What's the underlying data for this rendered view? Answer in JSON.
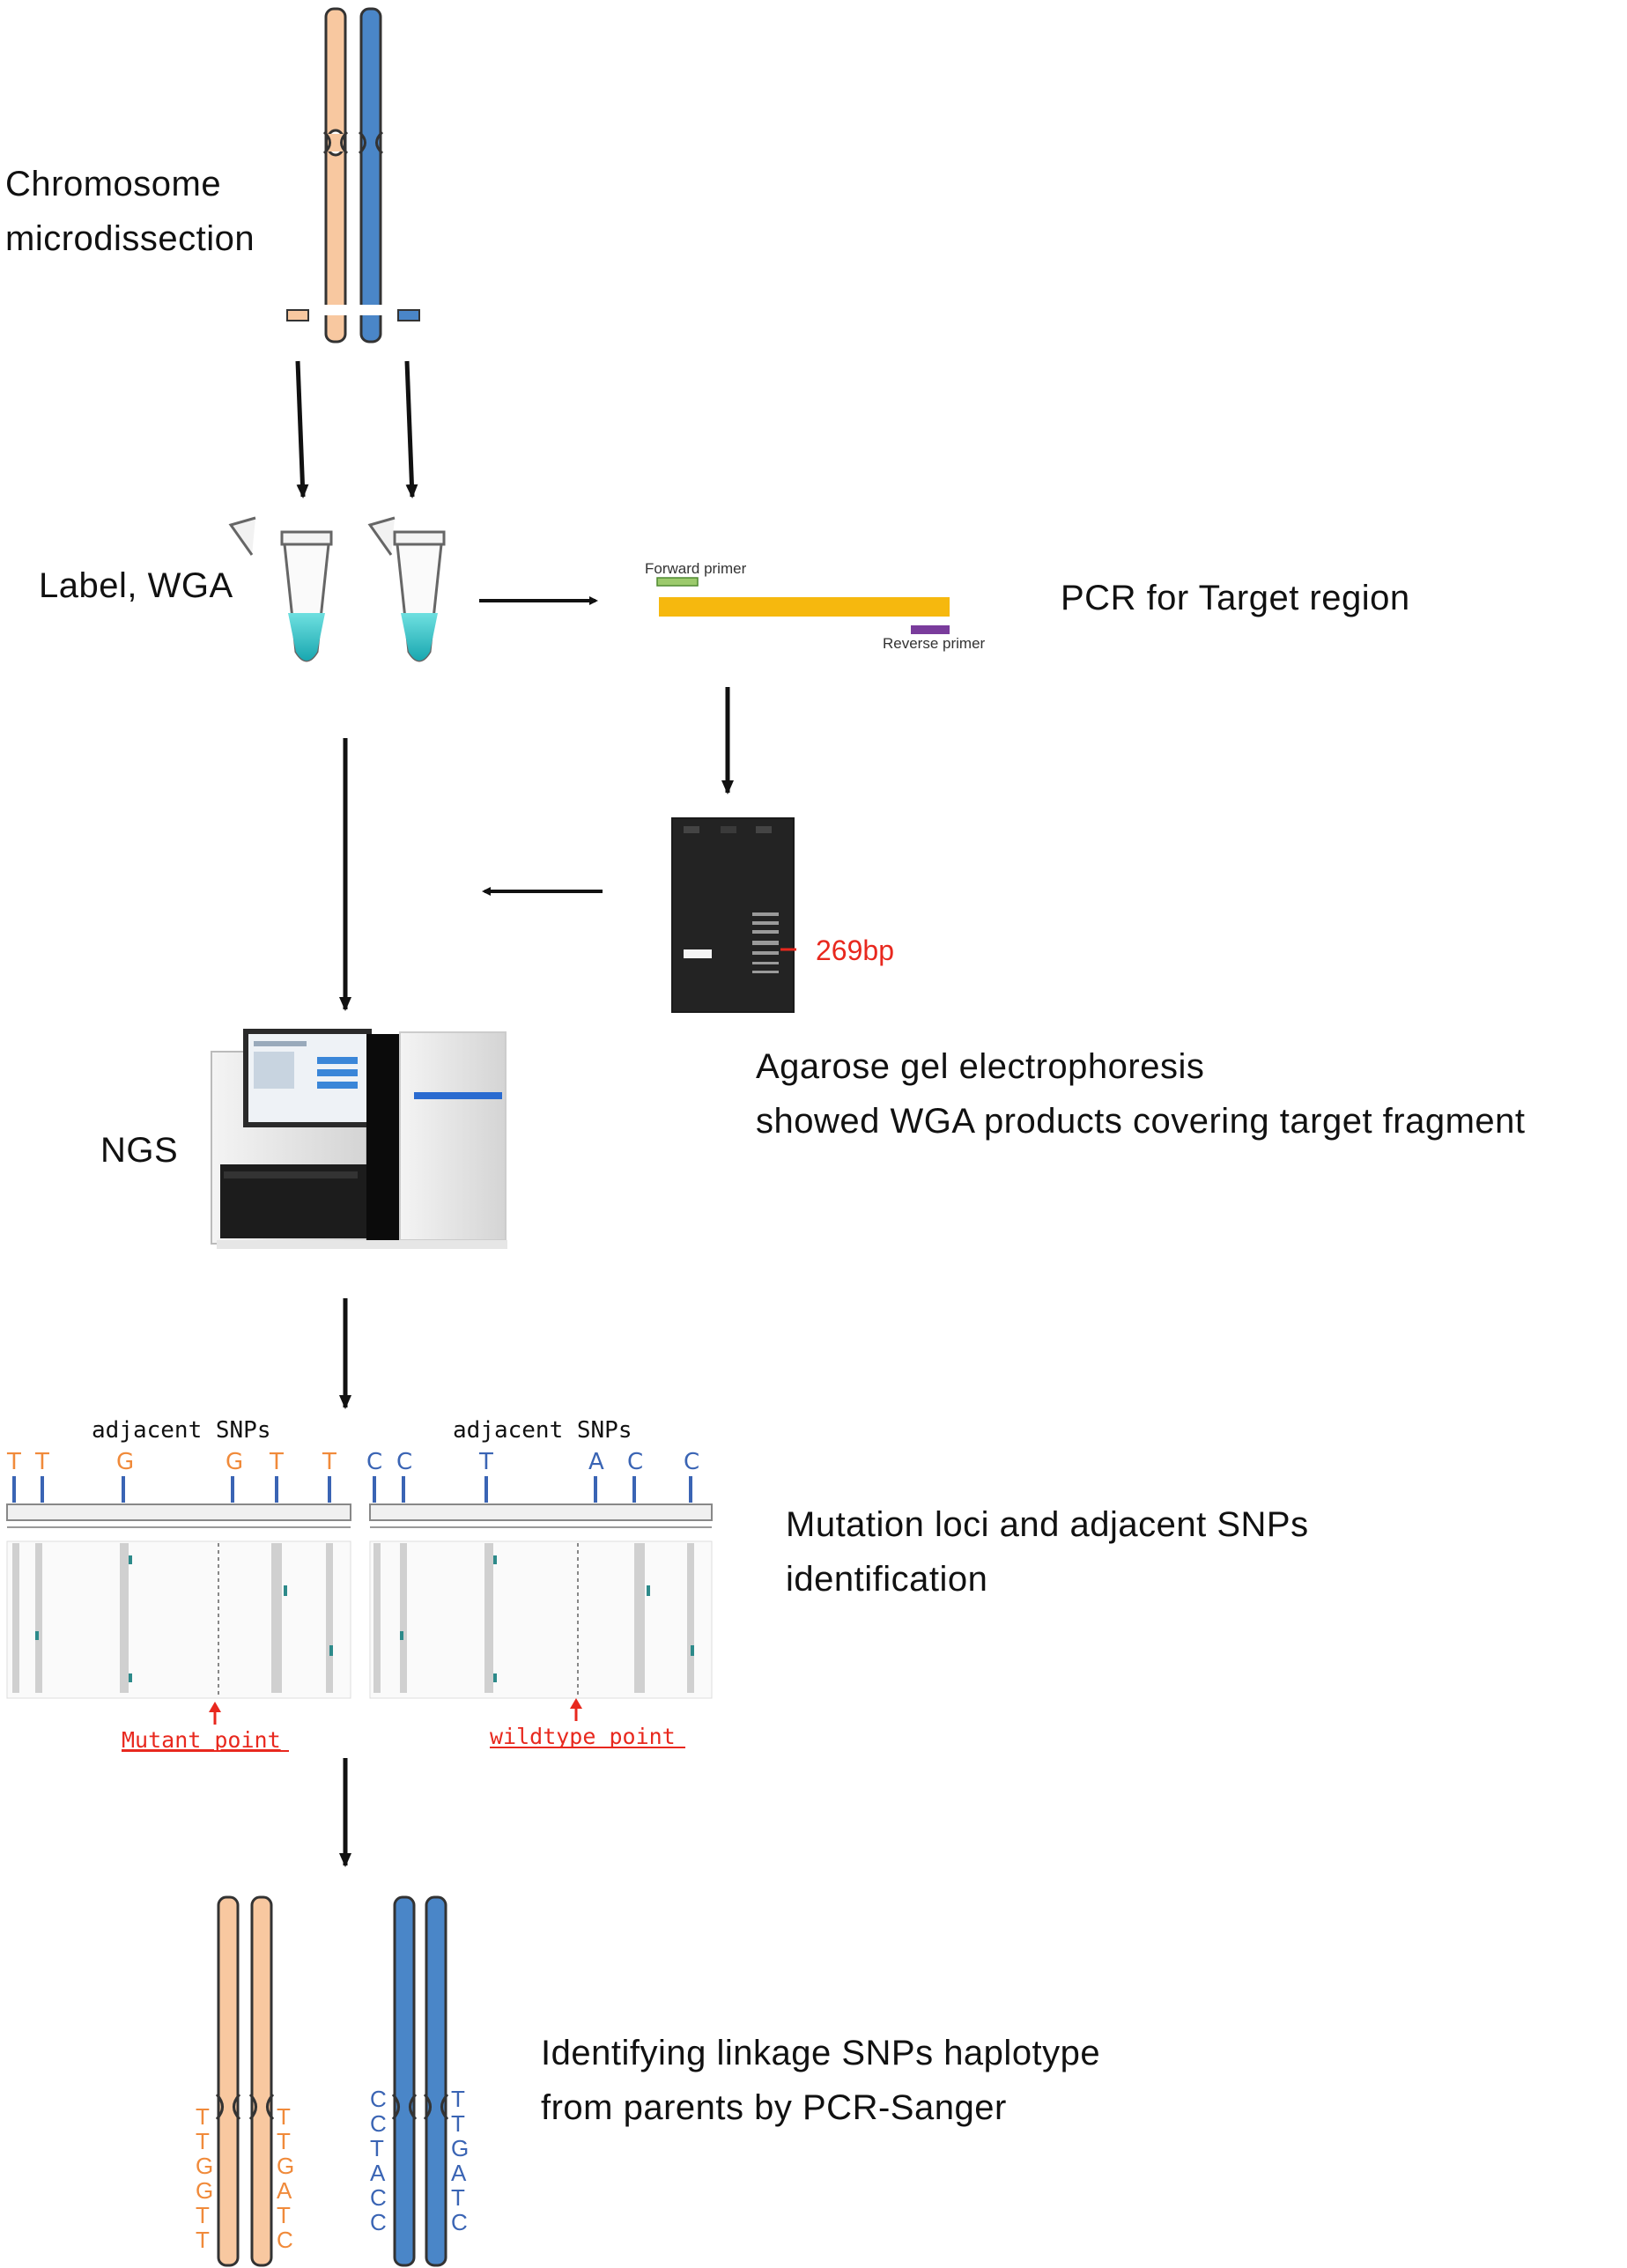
{
  "labels": {
    "microdissection": [
      "Chromosome",
      "microdissection"
    ],
    "label_wga": "Label, WGA",
    "pcr": "PCR for Target region",
    "agarose": [
      "Agarose gel electrophoresis",
      "showed WGA products covering target fragment"
    ],
    "ngs": "NGS",
    "mutation": [
      "Mutation loci and adjacent SNPs",
      "identification"
    ],
    "linkage": [
      "Identifying linkage SNPs haplotype",
      "from parents by PCR-Sanger"
    ]
  },
  "pcr_panel": {
    "forward": "Forward primer",
    "reverse": "Reverse primer"
  },
  "gel": {
    "band_label": "269bp"
  },
  "igv": {
    "left": {
      "title": "adjacent SNPs",
      "bases": [
        "T",
        "T",
        "G",
        "G",
        "T",
        "T"
      ],
      "point": "Mutant point"
    },
    "right": {
      "title": "adjacent SNPs",
      "bases": [
        "C",
        "C",
        "T",
        "A",
        "C",
        "C"
      ],
      "point": "wildtype point"
    }
  },
  "haplotypes": {
    "orange_left": [
      "T",
      "T",
      "G",
      "G",
      "T",
      "T"
    ],
    "orange_right": [
      "T",
      "T",
      "G",
      "A",
      "T",
      "C"
    ],
    "blue_left": [
      "C",
      "C",
      "T",
      "A",
      "C",
      "C"
    ],
    "blue_right": [
      "T",
      "T",
      "G",
      "A",
      "T",
      "C"
    ]
  },
  "colors": {
    "orange_chrom": "#f8c8a0",
    "orange_text": "#f08a3a",
    "blue_chrom": "#4a86c8",
    "blue_text": "#3a64b4",
    "gel_label": "#e8281e",
    "bar": "#f6b80e",
    "forward_primer": "#9cca6c",
    "reverse_primer": "#7a3c9c"
  }
}
